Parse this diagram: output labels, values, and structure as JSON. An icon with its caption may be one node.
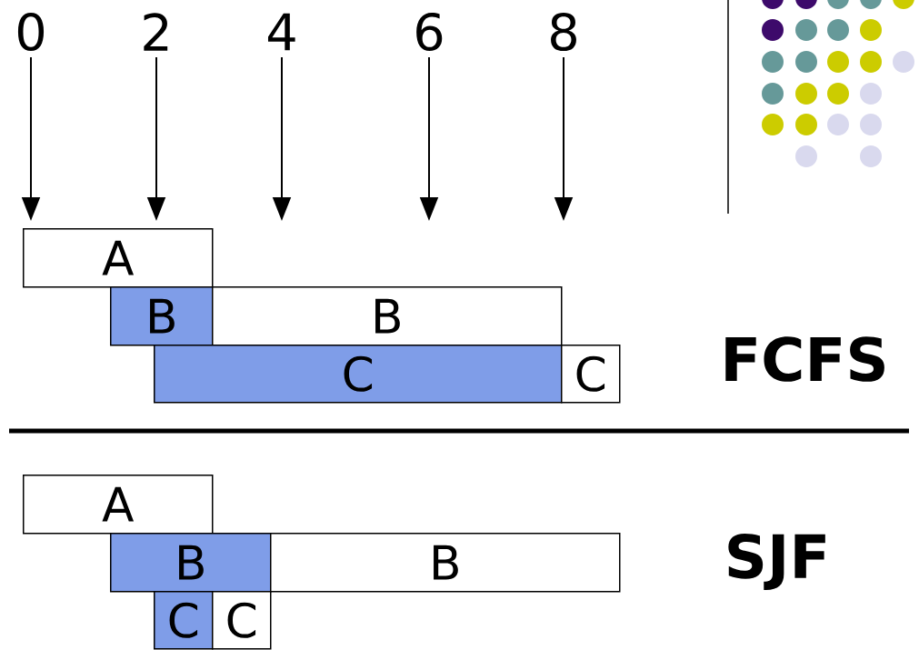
{
  "diagram": {
    "nodes": [
      {
        "text": [
          "A"
        ]
      },
      {
        "text": [
          "B"
        ]
      },
      {
        "text": [
          "B"
        ]
      },
      {
        "text": [
          "C"
        ]
      },
      {
        "text": [
          "C"
        ]
      },
      {
        "text": [
          "A"
        ]
      },
      {
        "text": [
          "B"
        ]
      },
      {
        "text": [
          "B"
        ]
      },
      {
        "text": [
          "C"
        ]
      },
      {
        "text": [
          "C"
        ]
      }
    ],
    "edges": [],
    "labels": [
      "0",
      "2",
      "4",
      "6",
      "8",
      "FCFS",
      "SJF"
    ]
  }
}
